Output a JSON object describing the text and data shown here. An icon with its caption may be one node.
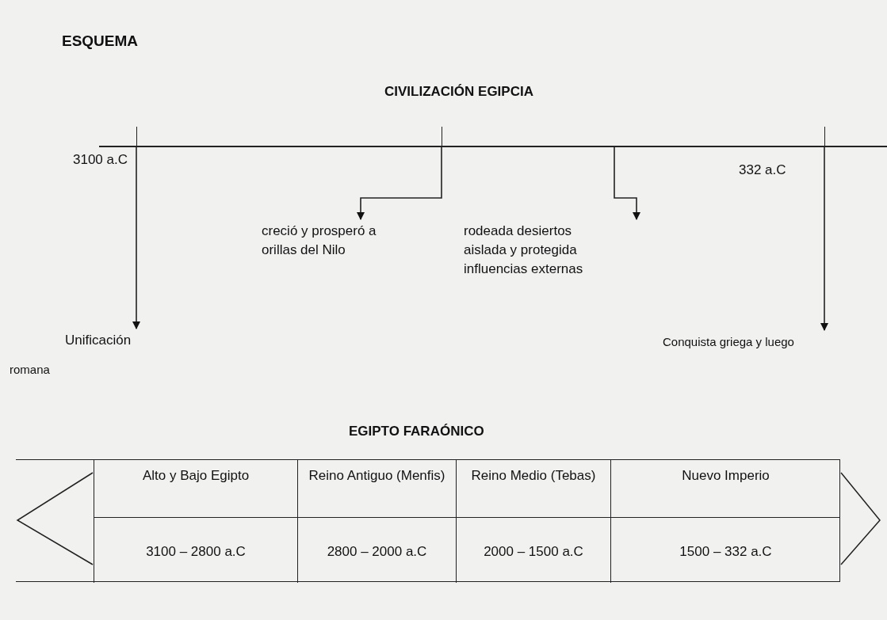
{
  "diagram": {
    "title": "ESQUEMA",
    "nodes": [
      {
        "text": [
          "CIVILIZACIÓN EGIPCIA"
        ]
      },
      {
        "text": [
          "Unificación"
        ]
      },
      {
        "text": [
          "creció y prosperó a orillas del Nilo"
        ]
      },
      {
        "text": [
          "rodeada desiertos aislada y protegida influencias externas"
        ]
      },
      {
        "text": [
          "Conquista griega y luego"
        ]
      },
      {
        "text": [
          "EGIPTO FARAÓNICO"
        ]
      },
      {
        "text": [
          "Alto y Bajo Egipto",
          "3100 – 2800 a.C"
        ],
        "in": 5
      },
      {
        "text": [
          "Reino Antiguo (Menfis)",
          "2800 – 2000 a.C"
        ],
        "in": 5
      },
      {
        "text": [
          "Reino Medio (Tebas)",
          "2000 – 1500 a.C"
        ],
        "in": 5
      },
      {
        "text": [
          "Nuevo Imperio",
          "1500 – 332 a.C"
        ],
        "in": 5
      }
    ],
    "edges": [
      {
        "from": 0,
        "to": 1,
        "arrow": "to"
      },
      {
        "from": 0,
        "to": 2,
        "arrow": "to"
      },
      {
        "from": 0,
        "to": 3,
        "arrow": "to"
      },
      {
        "from": 0,
        "to": 4,
        "arrow": "to"
      }
    ],
    "labels": [
      "3100 a.C",
      "332 a.C",
      "romana"
    ]
  }
}
